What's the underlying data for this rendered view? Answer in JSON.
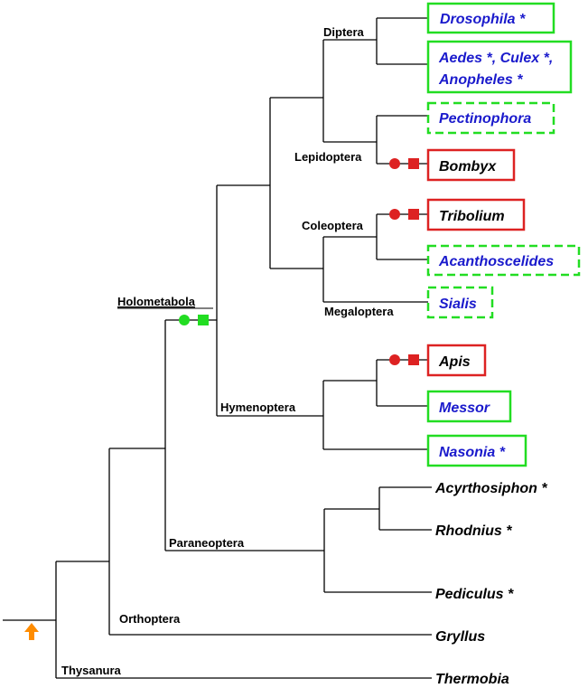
{
  "taxa": {
    "drosophila": "Drosophila *",
    "aedes_line1": "Aedes *, Culex *,",
    "aedes_line2": "Anopheles *",
    "pectinophora": "Pectinophora",
    "bombyx": "Bombyx",
    "tribolium": "Tribolium",
    "acanthoscelides": "Acanthoscelides",
    "sialis": "Sialis",
    "apis": "Apis",
    "messor": "Messor",
    "nasonia": "Nasonia *",
    "acyrthosiphon": "Acyrthosiphon *",
    "rhodnius": "Rhodnius *",
    "pediculus": "Pediculus *",
    "gryllus": "Gryllus",
    "thermobia": "Thermobia"
  },
  "clades": {
    "diptera": "Diptera",
    "lepidoptera": "Lepidoptera",
    "coleoptera": "Coleoptera",
    "megaloptera": "Megaloptera",
    "holometabola": "Holometabola",
    "hymenoptera": "Hymenoptera",
    "paraneoptera": "Paraneoptera",
    "orthoptera": "Orthoptera",
    "thysanura": "Thysanura"
  },
  "colors": {
    "green_box": "#22dd22",
    "red_box": "#dd2222",
    "blue_text": "#1a1acc",
    "black_text": "#000000",
    "root_arrow": "#ff8c00"
  },
  "icons": {
    "root": "up-arrow-icon",
    "gain_circle": "circle-marker-icon",
    "gain_square": "square-marker-icon"
  }
}
